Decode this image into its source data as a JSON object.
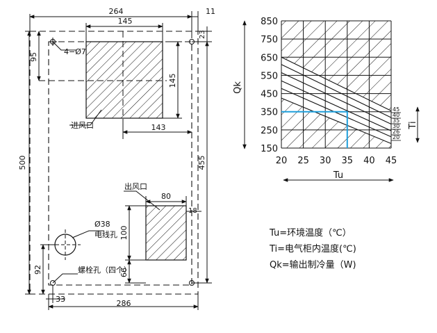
{
  "drawing": {
    "dims": {
      "top_width": "264",
      "top_right_gap": "11",
      "inlet_width": "145",
      "right_top_margin": "23",
      "left_top_margin": "95",
      "hole_spec": "4−Ø7",
      "inlet_height": "145",
      "inlet_offset": "143",
      "overall_height": "500",
      "inner_height": "455",
      "outlet_width": "80",
      "outlet_right_margin": "18",
      "outlet_height": "100",
      "cable_dia": "Ø38",
      "cable_offset": "92",
      "outlet_bottom": "66",
      "bottom_left": "33",
      "bottom_width": "286"
    },
    "labels": {
      "inlet": "进风口",
      "outlet": "出风口",
      "cable_hole": "电线孔",
      "bolt_hole": "螺栓孔（四个）"
    }
  },
  "chart_data": {
    "type": "line",
    "xlabel": "Tu",
    "ylabel": "Qk",
    "series_label": "Ti",
    "x_ticks": [
      20,
      25,
      30,
      35,
      40,
      45
    ],
    "y_ticks": [
      150,
      250,
      350,
      450,
      550,
      650,
      750,
      850
    ],
    "xlim": [
      20,
      45
    ],
    "ylim": [
      150,
      850
    ],
    "grid": true,
    "series": [
      {
        "name": "45",
        "x": [
          20,
          45
        ],
        "y": [
          650,
          355
        ]
      },
      {
        "name": "40",
        "x": [
          20,
          45
        ],
        "y": [
          610,
          318
        ]
      },
      {
        "name": "35",
        "x": [
          20,
          45
        ],
        "y": [
          565,
          282
        ]
      },
      {
        "name": "30",
        "x": [
          20,
          45
        ],
        "y": [
          520,
          245
        ]
      },
      {
        "name": "26",
        "x": [
          20,
          45
        ],
        "y": [
          478,
          212
        ]
      },
      {
        "name": "20",
        "x": [
          20,
          45
        ],
        "y": [
          425,
          175
        ]
      }
    ],
    "example": {
      "x": 35,
      "y": 350
    }
  },
  "legend": {
    "tu": "Tu=环境温度（℃）",
    "ti": "Ti=电气柜内温度(℃)",
    "qk": "Qk=输出制冷量（W)"
  }
}
